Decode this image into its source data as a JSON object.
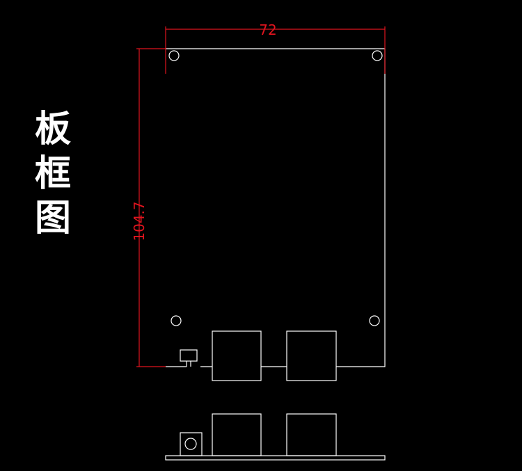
{
  "title_chars": [
    "板",
    "框",
    "图"
  ],
  "dimensions": {
    "width_label": "72",
    "height_label": "104.7"
  },
  "colors": {
    "background": "#000000",
    "outline": "#ffffff",
    "dimension": "#e0141e"
  }
}
